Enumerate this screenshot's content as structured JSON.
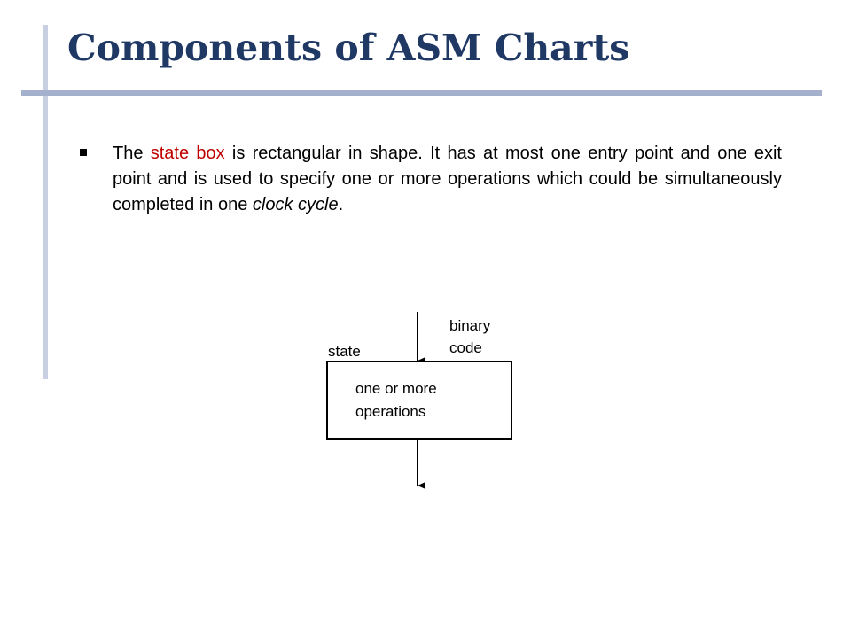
{
  "slide": {
    "title": "Components of ASM Charts",
    "colors": {
      "title": "#1f3864",
      "accent_line": "#a5b1cc",
      "highlight": "#c00000"
    }
  },
  "bullet": {
    "prefix": "The ",
    "highlight": "state box",
    "mid": " is rectangular in shape.  It has at most one entry point and one exit point and is used to specify one or more operations which could be simultaneously completed in one ",
    "emphasis": "clock cycle",
    "suffix": "."
  },
  "diagram": {
    "state_label": "state",
    "binary_code_line1": "binary",
    "binary_code_line2": "code",
    "operations_line1": "one or more",
    "operations_line2": "operations"
  }
}
